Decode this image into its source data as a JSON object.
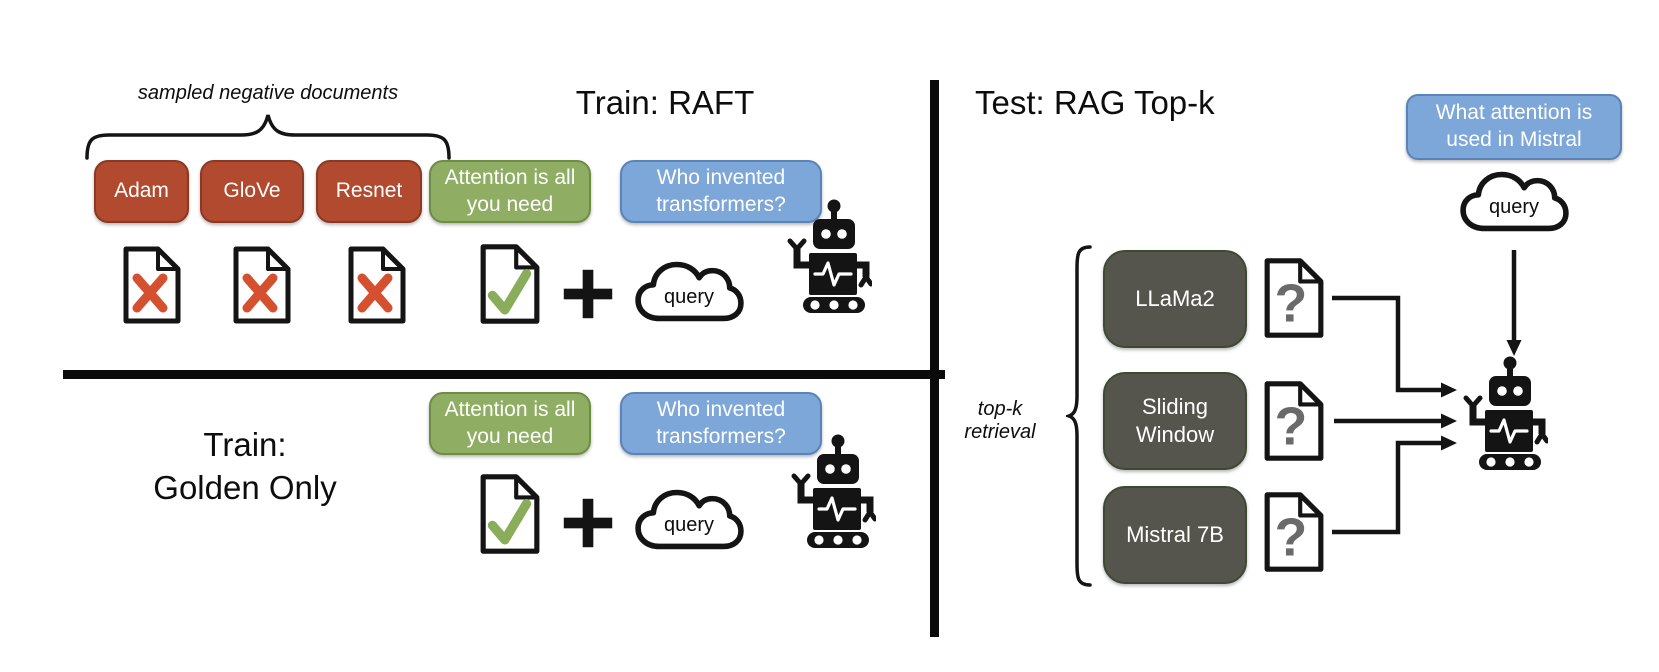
{
  "colors": {
    "negative_box": "#b14a2e",
    "golden_box": "#8fae63",
    "question_box": "#7da6d9",
    "model_box": "#56554d",
    "cross_mark": "#d4502e",
    "check_mark": "#8aad5b",
    "question_mark_gray": "#6a6a6a",
    "line_black": "#141414"
  },
  "train_raft": {
    "title": "Train: RAFT",
    "brace_label": "sampled negative documents",
    "negative_docs": [
      "Adam",
      "GloVe",
      "Resnet"
    ],
    "golden_doc": "Attention is all you need",
    "question": "Who invented transformers?",
    "plus": "+",
    "query": "query"
  },
  "train_golden": {
    "title_line1": "Train:",
    "title_line2": "Golden Only",
    "golden_doc": "Attention is all you need",
    "question": "Who invented transformers?",
    "plus": "+",
    "query": "query"
  },
  "test_rag": {
    "title": "Test: RAG Top-k",
    "question": "What attention is used in Mistral",
    "query": "query",
    "retrieval_label": "top-k retrieval",
    "models": [
      "LLaMa2",
      "Sliding Window",
      "Mistral 7B"
    ],
    "doc_mark": "?"
  },
  "icons": {
    "document_cross": "document-with-cross-icon",
    "document_check": "document-with-check-icon",
    "document_question": "document-with-question-icon",
    "query_cloud": "cloud-icon",
    "robot": "robot-icon",
    "plus": "plus-icon",
    "brace": "curly-brace-icon",
    "arrow": "arrow-icon"
  }
}
